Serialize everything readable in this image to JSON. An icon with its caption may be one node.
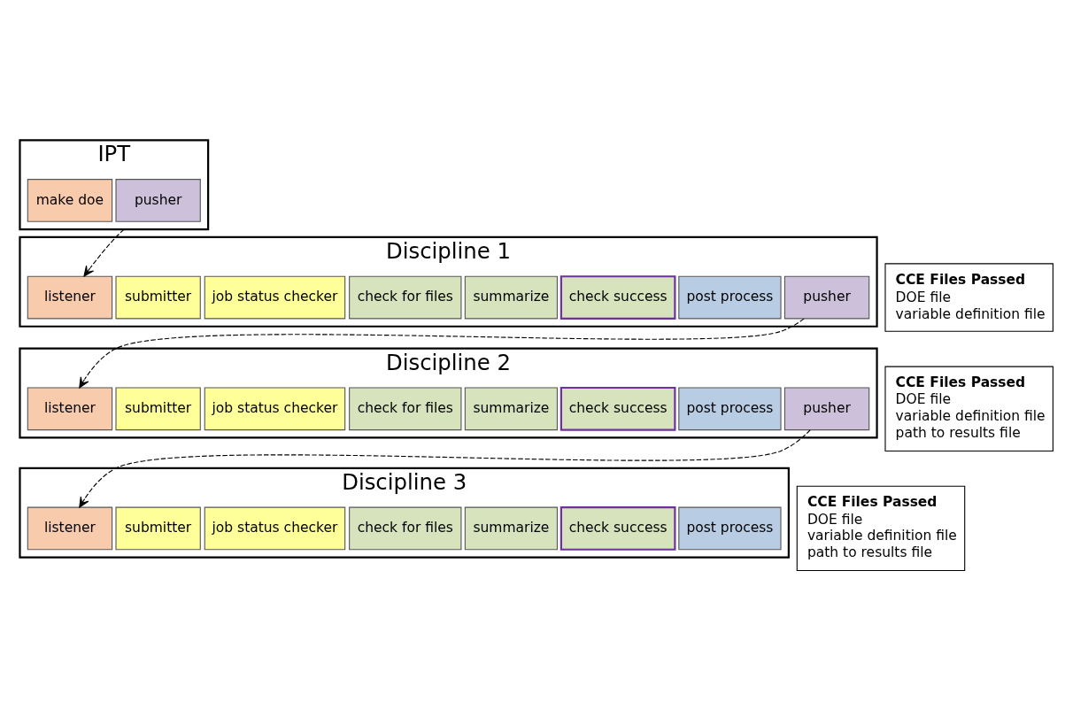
{
  "diagram": {
    "nodes": [
      {
        "text": [
          "IPT"
        ]
      },
      {
        "text": [
          "make doe"
        ],
        "in": 0
      },
      {
        "text": [
          "pusher"
        ],
        "in": 0
      },
      {
        "text": [
          "CCE Files Passed",
          "DOE file",
          "variable definition file"
        ]
      },
      {
        "text": [
          "Discipline 1"
        ]
      },
      {
        "text": [
          "listener"
        ],
        "in": 4
      },
      {
        "text": [
          "submitter"
        ],
        "in": 4
      },
      {
        "text": [
          "job status checker"
        ],
        "in": 4
      },
      {
        "text": [
          "check for files"
        ],
        "in": 4
      },
      {
        "text": [
          "summarize"
        ],
        "in": 4
      },
      {
        "text": [
          "check success"
        ],
        "in": 4
      },
      {
        "text": [
          "post process"
        ],
        "in": 4
      },
      {
        "text": [
          "pusher"
        ],
        "in": 4
      },
      {
        "text": [
          "CCE Files Passed",
          "DOE file",
          "variable definition file",
          "path to results file"
        ]
      },
      {
        "text": [
          "Discipline 2"
        ]
      },
      {
        "text": [
          "listener"
        ],
        "in": 14
      },
      {
        "text": [
          "submitter"
        ],
        "in": 14
      },
      {
        "text": [
          "job status checker"
        ],
        "in": 14
      },
      {
        "text": [
          "check for files"
        ],
        "in": 14
      },
      {
        "text": [
          "summarize"
        ],
        "in": 14
      },
      {
        "text": [
          "check success"
        ],
        "in": 14
      },
      {
        "text": [
          "post process"
        ],
        "in": 14
      },
      {
        "text": [
          "pusher"
        ],
        "in": 14
      },
      {
        "text": [
          "CCE Files Passed",
          "DOE file",
          "variable definition file",
          "path to results file"
        ]
      },
      {
        "text": [
          "Discipline 3"
        ]
      },
      {
        "text": [
          "listener"
        ],
        "in": 24
      },
      {
        "text": [
          "submitter"
        ],
        "in": 24
      },
      {
        "text": [
          "job status checker"
        ],
        "in": 24
      },
      {
        "text": [
          "check for files"
        ],
        "in": 24
      },
      {
        "text": [
          "summarize"
        ],
        "in": 24
      },
      {
        "text": [
          "check success"
        ],
        "in": 24
      },
      {
        "text": [
          "post process"
        ],
        "in": 24
      }
    ],
    "edges": [
      {
        "from": 0,
        "to": 5,
        "arrow": "to",
        "style": "dashed"
      },
      {
        "from": 12,
        "to": 15,
        "arrow": "to",
        "style": "dashed"
      },
      {
        "from": 22,
        "to": 25,
        "arrow": "to",
        "style": "dashed"
      }
    ]
  }
}
